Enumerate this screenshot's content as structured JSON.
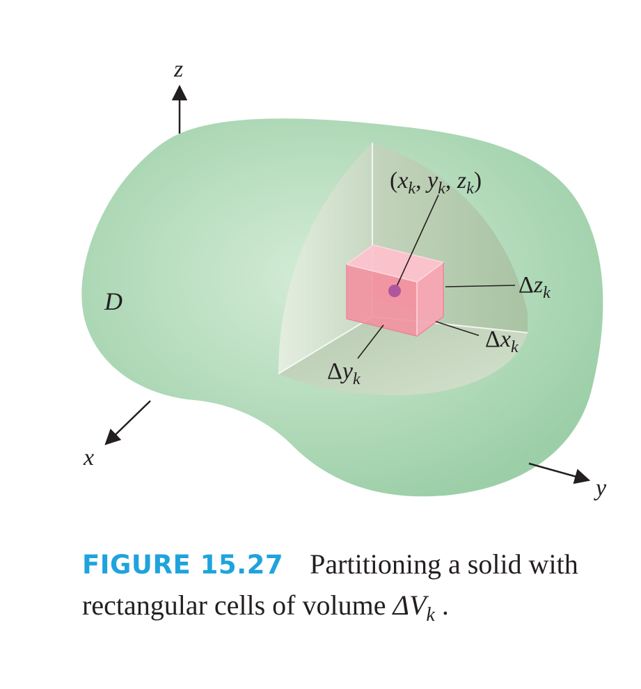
{
  "labels": {
    "z_axis": "z",
    "x_axis": "x",
    "y_axis": "y",
    "region": "D",
    "point": "(x_k, y_k, z_k)",
    "point_parts": {
      "open": "(",
      "x": "x",
      "y": "y",
      "z": "z",
      "sub": "k",
      "comma": ", ",
      "close": ")"
    },
    "delta": "Δ",
    "delta_z": "Δz_k",
    "delta_x": "Δx_k",
    "delta_y": "Δy_k"
  },
  "caption": {
    "figure_number": "FIGURE 15.27",
    "text": "Partitioning a solid with rectangular cells of volume ",
    "volume_symbol": "ΔV",
    "volume_sub": "k",
    "end": " ."
  },
  "colors": {
    "solid": "#a8d6b2",
    "solid_light": "#cde8d0",
    "cutaway": "#c9d9c4",
    "cell": "#f59aa8",
    "point": "#b0569c",
    "caption_blue": "#1fa3dc"
  }
}
